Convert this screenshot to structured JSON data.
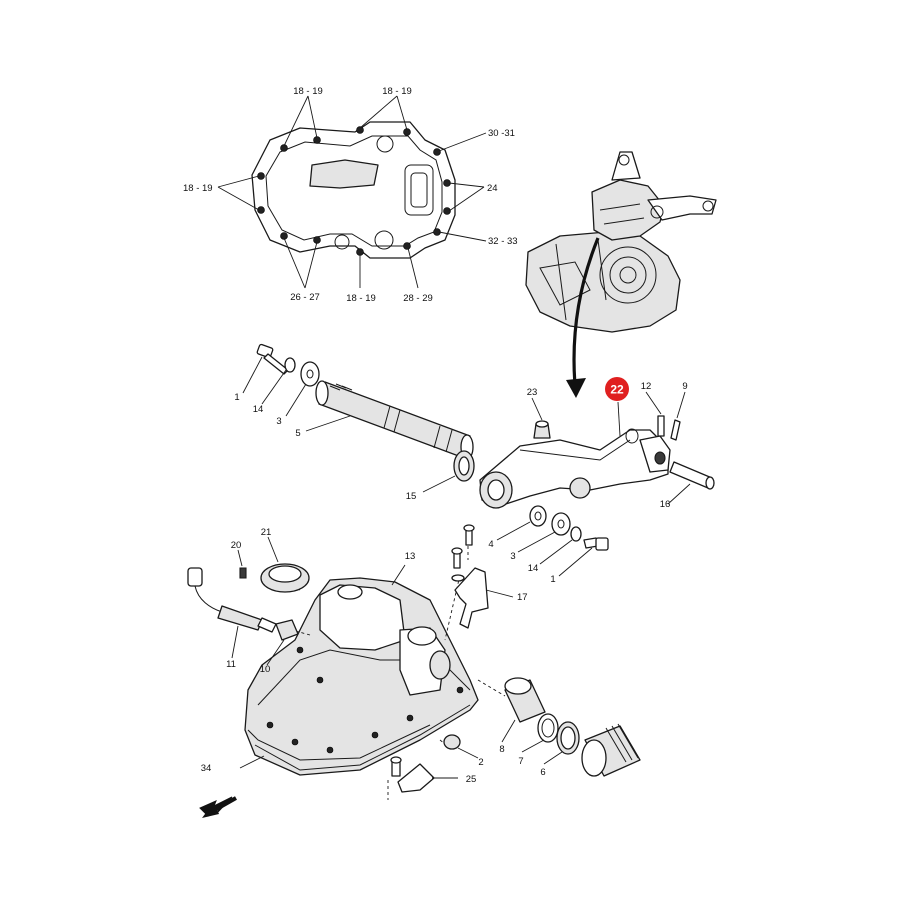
{
  "colors": {
    "accent": "#e02020",
    "line": "#1a1a1a"
  },
  "callout_highlight": "22",
  "labels": {
    "l_18_19_a": "18 - 19",
    "l_18_19_b": "18 - 19",
    "l_30_31": "30 -31",
    "l_18_19_c": "18 - 19",
    "l_24": "24",
    "l_32_33": "32 - 33",
    "l_26_27": "26 - 27",
    "l_18_19_d": "18 - 19",
    "l_28_29": "28 - 29",
    "l_1a": "1",
    "l_14a": "14",
    "l_3a": "3",
    "l_5": "5",
    "l_15": "15",
    "l_23": "23",
    "l_12": "12",
    "l_9": "9",
    "l_16": "16",
    "l_4": "4",
    "l_3b": "3",
    "l_14b": "14",
    "l_1b": "1",
    "l_20": "20",
    "l_21": "21",
    "l_13": "13",
    "l_17": "17",
    "l_11": "11",
    "l_10": "10",
    "l_8": "8",
    "l_7": "7",
    "l_6": "6",
    "l_2": "2",
    "l_34": "34",
    "l_25": "25"
  }
}
